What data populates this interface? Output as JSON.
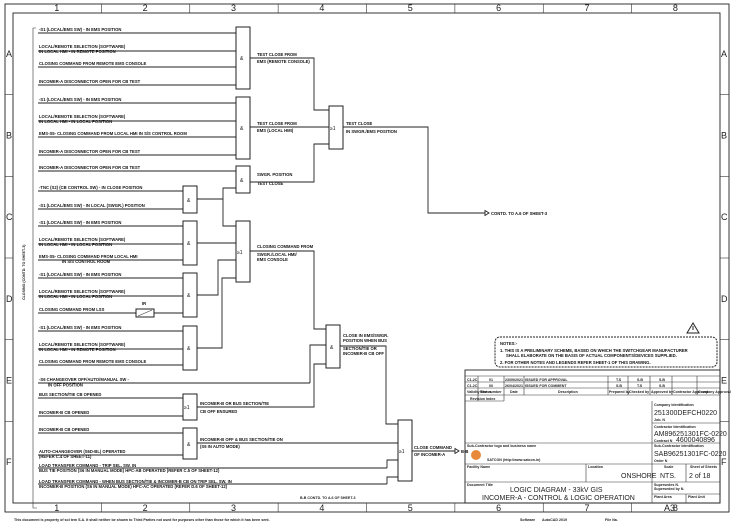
{
  "sheet": {
    "columns": [
      "1",
      "2",
      "3",
      "4",
      "5",
      "6",
      "7",
      "8"
    ],
    "rows": [
      "A",
      "B",
      "C",
      "D",
      "E",
      "F"
    ],
    "side_label": "CLOSING (CONTD. TO SHEET-3)"
  },
  "inputs": [
    {
      "id": "in1",
      "text": "-S1 (LOCAL/EMS SW) - IN EMS POSITION"
    },
    {
      "id": "in2a",
      "text": "LOCAL/REMOTE SELECTION (SOFTWARE)"
    },
    {
      "id": "in2b",
      "text": "IN LOCAL HMI - IN REMOTE POSITION"
    },
    {
      "id": "in3",
      "text": "CLOSING COMMAND FROM REMOTE EMS CONSOLE"
    },
    {
      "id": "in4",
      "text": "INCOMER-A DISCONNECTOR OPEN FOR CB TEST"
    },
    {
      "id": "in5",
      "text": "-S1 (LOCAL/EMS SW) - IN EMS POSITION"
    },
    {
      "id": "in6a",
      "text": "LOCAL/REMOTE SELECTION (SOFTWARE)"
    },
    {
      "id": "in6b",
      "text": "IN LOCAL HMI - IN LOCAL POSITION"
    },
    {
      "id": "in7",
      "text": "EMS-S5-  CLOSING COMMAND FROM LOCAL HMI IN S/S CONTROL ROOM"
    },
    {
      "id": "in8",
      "text": "INCOMER-A DISCONNECTOR OPEN FOR CB TEST"
    },
    {
      "id": "in9",
      "text": "INCOMER-A DISCONNECTOR OPEN FOR CB TEST"
    },
    {
      "id": "in10",
      "text": "-TNC (S2) (CB CONTROL SW) - IN CLOSE POSITION"
    },
    {
      "id": "in11",
      "text": "-S1 (LOCAL/EMS SW) - IN LOCAL (SWGR.) POSITION"
    },
    {
      "id": "in12",
      "text": "-S1 (LOCAL/EMS SW) - IN EMS POSITION"
    },
    {
      "id": "in13a",
      "text": "LOCAL/REMOTE SELECTION (SOFTWARE)"
    },
    {
      "id": "in13b",
      "text": "IN LOCAL HMI - IN LOCAL POSITION"
    },
    {
      "id": "in14a",
      "text": "EMS-S5-   CLOSING COMMAND FROM LOCAL HMI"
    },
    {
      "id": "in14b",
      "text": "IN S/S CONTROL ROOM"
    },
    {
      "id": "in15",
      "text": "-S1 (LOCAL/EMS SW) - IN EMS POSITION"
    },
    {
      "id": "in16a",
      "text": "LOCAL/REMOTE SELECTION (SOFTWARE)"
    },
    {
      "id": "in16b",
      "text": "IN LOCAL HMI - IN LOCAL POSITION"
    },
    {
      "id": "in17",
      "text": "CLOSING COMMAND FROM LSS"
    },
    {
      "id": "in18",
      "text": "-S1 (LOCAL/EMS SW) - IN EMS POSITION"
    },
    {
      "id": "in19a",
      "text": "LOCAL/REMOTE SELECTION (SOFTWARE)"
    },
    {
      "id": "in19b",
      "text": "IN LOCAL HMI - IN REMOTE POSITION"
    },
    {
      "id": "in20",
      "text": "CLOSING COMMAND FROM REMOTE EMS CONSOLE"
    },
    {
      "id": "in21a",
      "text": "-S6 CHANGEOVER OFF/AUTO/MANUAL SW -"
    },
    {
      "id": "in21b",
      "text": "IN OFF POSITION"
    },
    {
      "id": "in22",
      "text": "BUS SECTION/TIE CB OPENED"
    },
    {
      "id": "in23",
      "text": "INCOMER-B CB OPENED"
    },
    {
      "id": "in24",
      "text": "INCOMER-B CB OPENED"
    },
    {
      "id": "in25a",
      "text": "AUTO-CHANGEOVER (S6D-BL) OPERATED"
    },
    {
      "id": "in25b",
      "text": "(REFER C.4 OF SHEET-11)"
    },
    {
      "id": "in26a",
      "text": "LOAD TRANSFER COMMAND - TRIP SEL. SW. IN"
    },
    {
      "id": "in26b",
      "text": "BUS TIE POSITION (S6 IN MANUAL MODE) HPC-AB OPERATED (REFER C.5 OF SHEET-12)"
    },
    {
      "id": "in27a",
      "text": "LOAD TRANSFER COMMAND - WHEN BUS SECTION/TIE & INCOMER-B CB ON TRIP SEL. SW. IN"
    },
    {
      "id": "in27b",
      "text": "INCOMER-B POSITION (S6 IN MANUAL MODE) HPC-AC OPERATED (REFER D.6 OF SHEET-12)"
    }
  ],
  "gates": {
    "and": "&",
    "or": "≥1"
  },
  "signals": {
    "g1_out_a": "TEST CLOSE FROM",
    "g1_out_b": "EMS (REMOTE CONSOLE)",
    "g2_out_a": "TEST CLOSE FROM",
    "g2_out_b": "EMS (LOCAL HMI)",
    "g3_out_a": "SWGR. POSITION",
    "g3_out_b": "TEST CLOSE",
    "or1_out_a": "TEST CLOSE",
    "or1_out_b": "IN SWGR./EMS POSITION",
    "cont_ref": "CONTD. TO A.6 OF SHEET-3",
    "or2_out_a": "CLOSING COMMAND FROM",
    "or2_out_b": "SWGR./LOCAL HMI/",
    "or2_out_c": "EMS CONSOLE",
    "and_bus_a": "CLOSE IN EMS/SWGR.",
    "and_bus_b": "POSITION WHEN BUS",
    "and_bus_c": "SECTION/TIE OR",
    "and_bus_d": "INCOMER-B CB OFF",
    "or3_out_a": "INCOMER-B OR BUS SECTION/TIE",
    "or3_out_b": "CB OFF ENSURED",
    "and_auto_a": "INCOMER-B OFF & BUS SECTION/TIE ON",
    "and_auto_b": "(S6 IN AUTO MODE)",
    "final_a": "CLOSE COMMAND",
    "final_b": "OF INCOMER-A",
    "final_ref": "B-B",
    "timer_label": "IR",
    "ref_bottom": "B-B CONTD. TO A.6 OF SHEET-3"
  },
  "notes": {
    "title": "NOTES:-",
    "n1a": "1. THIS IS A PRELIMINARY SCHEME, BASED ON WHICH THE SWITCHGEAR MANUFACTURER",
    "n1b": "SHALL ELABORATE ON THE BASIS OF ACTUAL COMPONENTS/DEVICES SUPPLIED.",
    "n2": "2. FOR OTHER NOTES AND LEGENDS REFER SHEET-1 OF THIS DRAWING."
  },
  "revisions": {
    "rows": [
      {
        "status": "C1-2C",
        "rev": "01",
        "date": "23/09/2021",
        "desc": "ISSUED FOR APPROVAL",
        "prep": "T.S",
        "chk": "S.B",
        "appr": "S.B"
      },
      {
        "status": "C1-2C",
        "rev": "00",
        "date": "26/04/2021",
        "desc": "ISSUED FOR COMMENT",
        "prep": "S.B",
        "chk": "T.S",
        "appr": "S.B"
      }
    ],
    "headers": [
      "Validity Status",
      "Rev. number",
      "Date",
      "Description",
      "Prepared by",
      "Checked by",
      "Approved by",
      "Contractor Approval",
      "Company Approval"
    ],
    "index_label": "Revision Index"
  },
  "title_block": {
    "company_id_label": "Company Identification",
    "company_id": "251300DEFCH0220",
    "job_label": "Job. N",
    "contractor_id_label": "Contractor Identification",
    "contractor_id": "AM896251301FC-0220",
    "contract_label": "Contract N",
    "contract_no": "4600040896",
    "subcontractor_label": "Sub-Contractor logo and business name",
    "subcontractor_name": "SATCON (http://www.satcon.in)",
    "subcontractor_id_label": "Sub-Contractor Identification",
    "subcontractor_id": "SAB96251301FC-0220",
    "order_label": "Order N",
    "facility_label": "Facility Name",
    "location_label": "Location",
    "location": "ONSHORE",
    "scale_label": "Scale",
    "scale": "NTS.",
    "sheet_label": "Sheet of Sheets",
    "sheet": "2 of 18",
    "doc_title_label": "Document Title",
    "doc_title_1": "LOGIC DIAGRAM - 33kV GIS",
    "doc_title_2": "INCOMER-A - CONTROL & LOGIC OPERATION",
    "supersedes_label": "Supersedes N.",
    "superseded_label": "Superseded by N.",
    "plant_area_label": "Plant Area",
    "plant_unit_label": "Plant Unit",
    "size": "A3",
    "software_label": "Software",
    "software": "AutoCAD 2019",
    "file_label": "File Na.",
    "footer_note": "This document is property of sol tem S.A. It shall neither be shown to Third Parties not used for purposes other than those for which it has been sent."
  }
}
